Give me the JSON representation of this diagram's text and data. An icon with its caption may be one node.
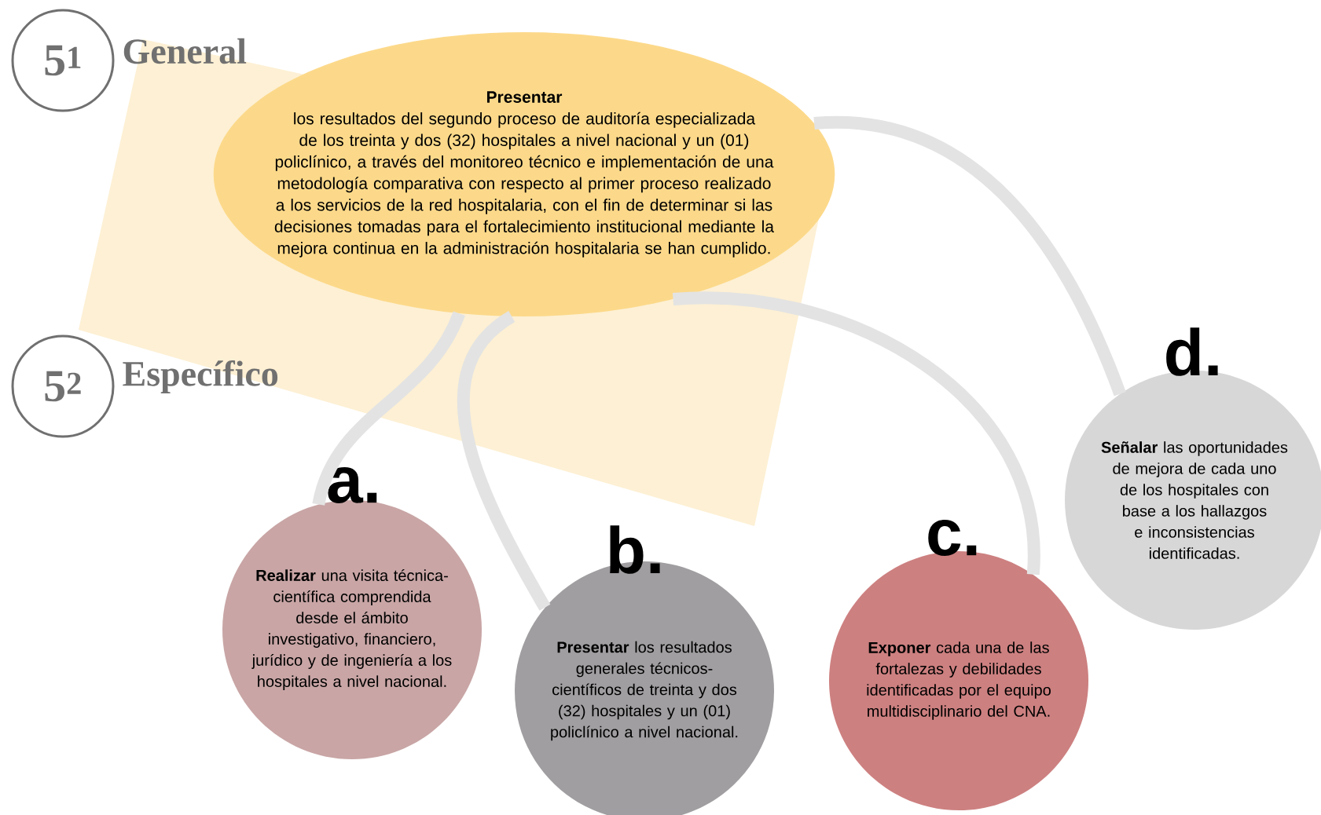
{
  "diagram": {
    "nodes": [
      {
        "text": [
          "5$^{1}$"
        ],
        "beside": [
          "General"
        ]
      },
      {
        "text": [
          "Presentar",
          "los resultados del segundo proceso de auditoría especializada de los treinta y dos (32) hospitales a nivel nacional y un (01) policlínico, a través del monitoreo técnico e implementación de una metodología comparativa con respecto al primer proceso realizado a los servicios de la red hospitalaria, con el fin de determinar si las decisiones tomadas para el fortalecimiento institucional mediante la mejora continua en la administración hospitalaria se han cumplido."
        ]
      },
      {
        "text": [
          "5$^{2}$"
        ],
        "beside": [
          "Específico"
        ]
      },
      {
        "text": [
          "a.",
          "**Realizar** una visita técnica-científica comprendida desde el ámbito investigativo, financiero, jurídico y de ingeniería a los hospitales a nivel nacional."
        ]
      },
      {
        "text": [
          "b.",
          "**Presentar** los resultados generales técnicos-científicos de treinta y dos (32) hospitales y un (01) policlínico a nivel nacional."
        ]
      },
      {
        "text": [
          "c.",
          "**Exponer** cada una de las fortalezas y debilidades identificadas por el equipo multidisciplinario del CNA."
        ]
      },
      {
        "text": [
          "d.",
          "**Señalar** las oportunidades de mejora de cada uno de los hospitales con base a los hallazgos e inconsistencias identificadas."
        ]
      }
    ],
    "edges": [
      {
        "from": 1,
        "to": 3,
        "arrow": "none"
      },
      {
        "from": 1,
        "to": 4,
        "arrow": "none"
      },
      {
        "from": 1,
        "to": 5,
        "arrow": "none"
      },
      {
        "from": 1,
        "to": 6,
        "arrow": "none"
      }
    ]
  }
}
